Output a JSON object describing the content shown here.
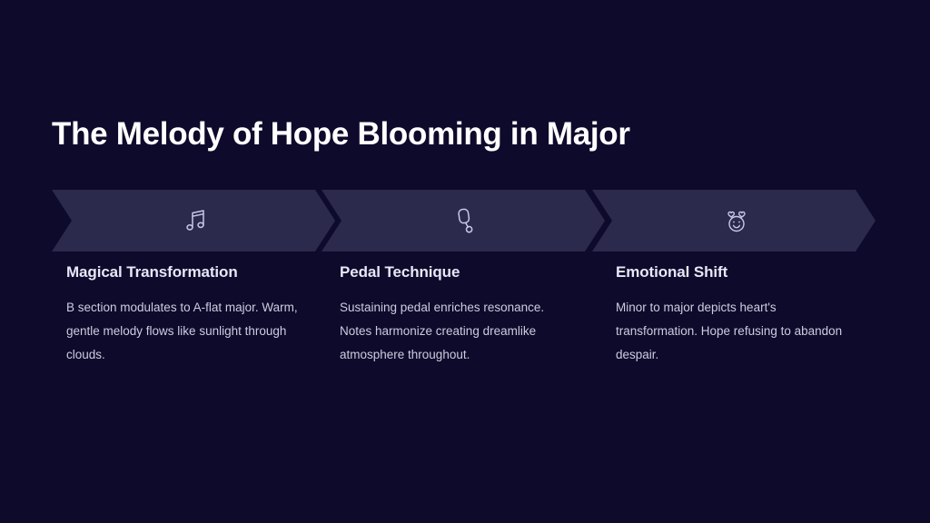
{
  "slide": {
    "title": "The Melody of Hope Blooming in Major",
    "background_color": "#0d0a2b",
    "banner_color": "#2b2a4d",
    "title_color": "#ffffff",
    "heading_color": "#e8e6f7",
    "body_color": "#cdccdf"
  },
  "columns": [
    {
      "icon": "music-note-icon",
      "title": "Magical Transformation",
      "body": "B section modulates to A-flat major. Warm, gentle melody flows like sunlight through clouds."
    },
    {
      "icon": "sustain-pedal-icon",
      "title": "Pedal Technique",
      "body": "Sustaining pedal enriches resonance. Notes harmonize creating dreamlike atmosphere throughout."
    },
    {
      "icon": "smiley-hearts-icon",
      "title": "Emotional Shift",
      "body": "Minor to major depicts heart's transformation. Hope refusing to abandon despair."
    }
  ]
}
